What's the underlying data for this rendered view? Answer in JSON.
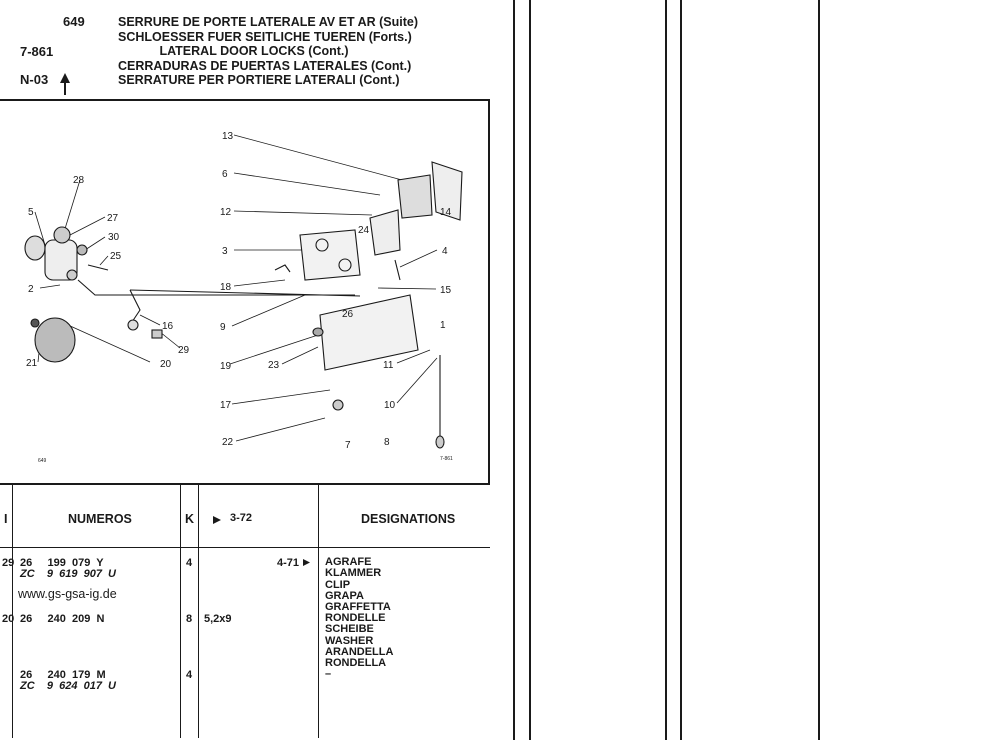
{
  "header": {
    "page_number": "649",
    "ref_code": "7-861",
    "section_code": "N-03",
    "titles": [
      "SERRURE DE PORTE LATERALE AV ET AR (Suite)",
      "SCHLOESSER FUER SEITLICHE TUEREN (Forts.)",
      "LATERAL DOOR LOCKS (Cont.)",
      "CERRADURAS DE PUERTAS LATERALES (Cont.)",
      "SERRATURE PER PORTIERE LATERALI (Cont.)"
    ]
  },
  "diagram": {
    "callouts": [
      "13",
      "6",
      "12",
      "14",
      "3",
      "24",
      "4",
      "15",
      "18",
      "28",
      "5",
      "27",
      "30",
      "25",
      "2",
      "9",
      "26",
      "1",
      "16",
      "29",
      "19",
      "23",
      "11",
      "21",
      "20",
      "17",
      "10",
      "22",
      "7",
      "8"
    ],
    "small_left": "649",
    "small_right": "7-861"
  },
  "table": {
    "headers": {
      "index": "I",
      "numeros": "NUMEROS",
      "k": "K",
      "range": "3-72",
      "designations": "DESIGNATIONS"
    },
    "rows": [
      {
        "index": "29",
        "line1": "26     199  079  Y",
        "line2": "ZC    9  619  907  U",
        "k": "4",
        "note": "",
        "from": "4-71",
        "designations": [
          "AGRAFE",
          "KLAMMER",
          "CLIP",
          "GRAPA",
          "GRAFFETTA"
        ]
      },
      {
        "index": "20",
        "line1": "26     240  209  N",
        "line2": "",
        "k": "8",
        "note": "5,2x9",
        "from": "",
        "designations": [
          "RONDELLE",
          "SCHEIBE",
          "WASHER",
          "ARANDELLA",
          "RONDELLA",
          "–"
        ]
      },
      {
        "index": "",
        "line1": "26     240  179  M",
        "line2": "ZC    9  624  017  U",
        "k": "4",
        "note": "",
        "from": "",
        "designations": []
      }
    ],
    "watermark": "www.gs-gsa-ig.de"
  }
}
